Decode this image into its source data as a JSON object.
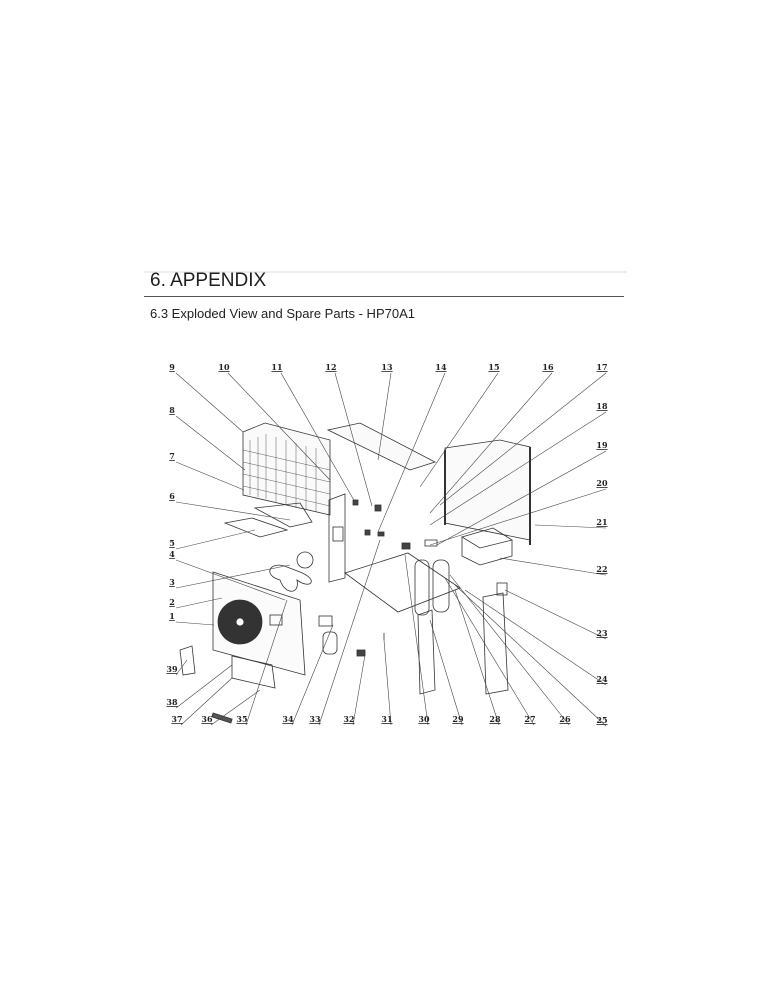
{
  "section_title": "6. APPENDIX",
  "subsection_title": "6.3 Exploded View and Spare Parts - HP70A1",
  "diagram": {
    "part_numbers": [
      "1",
      "2",
      "3",
      "4",
      "5",
      "6",
      "7",
      "8",
      "9",
      "10",
      "11",
      "12",
      "13",
      "14",
      "15",
      "16",
      "17",
      "18",
      "19",
      "20",
      "21",
      "22",
      "23",
      "24",
      "25",
      "26",
      "27",
      "28",
      "29",
      "30",
      "31",
      "32",
      "33",
      "34",
      "35",
      "36",
      "37",
      "38",
      "39"
    ]
  }
}
